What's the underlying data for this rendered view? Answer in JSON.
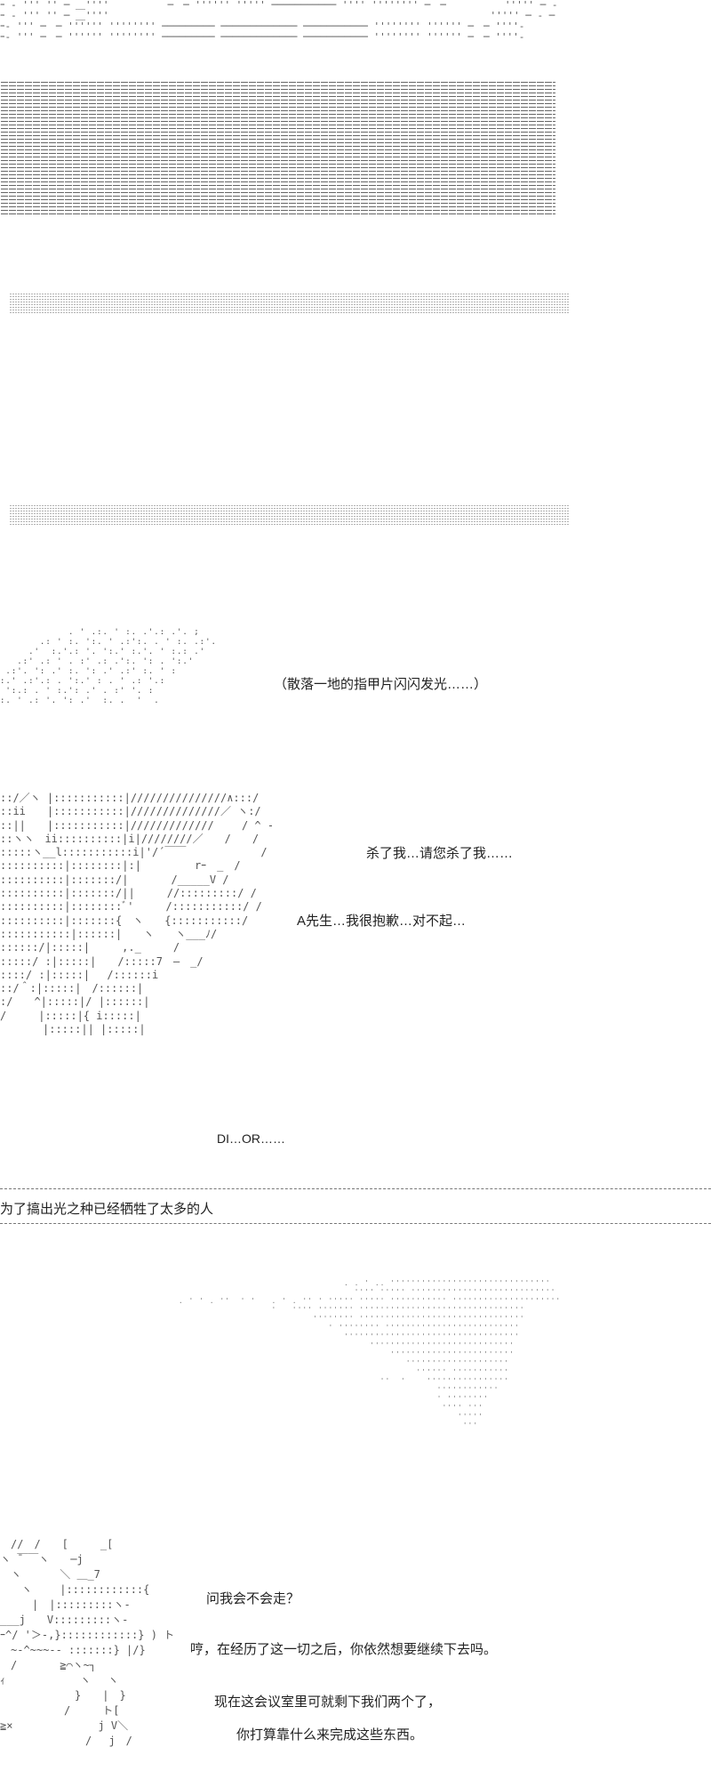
{
  "captions": {
    "nails": "（散落一地的指甲片闪闪发光……）",
    "kill_me": "杀了我…请您杀了我……",
    "sorry": "A先生…我很抱歉…对不起…",
    "door": "DI…OR……",
    "sacrificed": "为了搞出光之种已经牺牲了太多的人",
    "will_i_leave": "问我会不会走？",
    "after_all": "哼，在经历了这一切之后，你依然想要继续下去吗。",
    "only_two": "现在这会议室里可就剩下我们两个了，",
    "rely_on": "你打算靠什么来完成这些东西。"
  }
}
